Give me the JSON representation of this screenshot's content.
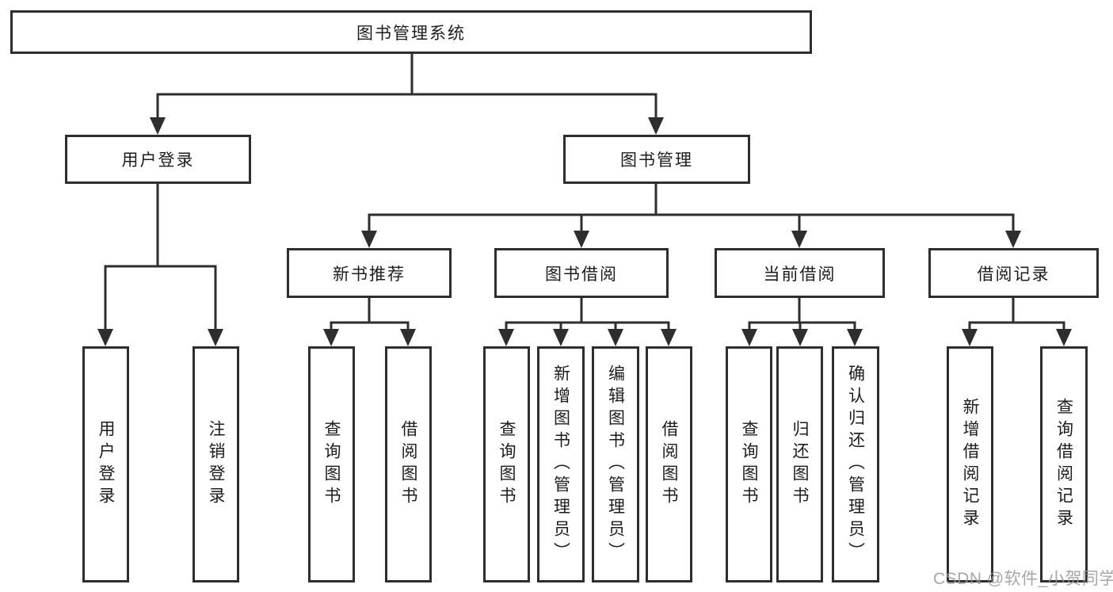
{
  "diagram": {
    "type": "hierarchy-tree",
    "nodes": {
      "root": "图书管理系统",
      "user_login": "用户登录",
      "book_mgmt": "图书管理",
      "new_book": "新书推荐",
      "borrow": "图书借阅",
      "current": "当前借阅",
      "records": "借阅记录",
      "leaves": {
        "user_login": [
          "用户登录",
          "注销登录"
        ],
        "new_book": [
          "查询图书",
          "借阅图书"
        ],
        "borrow": [
          "查询图书",
          "新增图书（管理员）",
          "编辑图书（管理员）",
          "借阅图书"
        ],
        "current": [
          "查询图书",
          "归还图书",
          "确认归还（管理员）"
        ],
        "records": [
          "新增借阅记录",
          "查询借阅记录"
        ]
      }
    }
  },
  "watermark": {
    "text": "CSDN @软件_小贺同学"
  },
  "colors": {
    "line": "#2e2e2e",
    "box_border": "#2e2e2e",
    "box_fill": "#ffffff",
    "text": "#1c1c1c",
    "watermark": "#969696",
    "background": "#ffffff"
  }
}
